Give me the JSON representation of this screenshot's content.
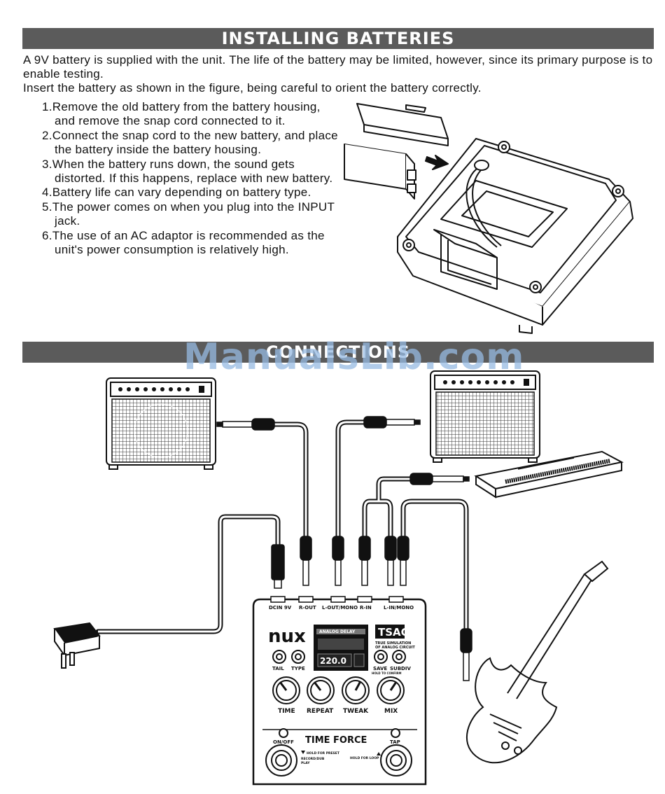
{
  "sections": {
    "batteries_title": "INSTALLING BATTERIES",
    "connections_title": "CONNECTIONS"
  },
  "intro": {
    "line1": "A 9V battery is supplied with the unit. The life of the battery may be limited, however, since its primary purpose is to enable testing.",
    "line2": "Insert the battery as shown in the figure, being careful to orient the battery correctly."
  },
  "steps": [
    "1.Remove the old battery from the battery housing, and remove the snap cord connected to it.",
    "2.Connect the snap cord to the new battery, and place the battery inside the battery housing.",
    "3.When the battery runs down, the sound gets distorted. If this happens, replace with new battery.",
    "4.Battery life can vary depending on battery type.",
    "5.The power comes on when you plug into the INPUT jack.",
    "6.The use of an AC adaptor is recommended as the unit's power consumption is relatively high."
  ],
  "watermark": "ManualsLib.com",
  "pedal": {
    "jacks": [
      "DCIN 9V",
      "R-OUT",
      "L-OUT/MONO",
      "R-IN",
      "L-IN/MONO"
    ],
    "brand": "nux",
    "badge": "TSAC",
    "badge_caption_1": "TRUE SIMULATION",
    "badge_caption_2": "OF ANALOG CIRCUIT",
    "display_header": "ANALOG DELAY",
    "display_value": "220.0",
    "small_knobs": [
      "TAIL",
      "TYPE",
      "SAVE",
      "SUBDIV"
    ],
    "save_caption": "HOLD TO CONFIRM",
    "big_knobs": [
      "TIME",
      "REPEAT",
      "TWEAK",
      "MIX"
    ],
    "name": "TIME FORCE",
    "onoff_label": "ON/OFF",
    "tap_label": "TAP",
    "left_switch_caption_1": "HOLD FOR PRESET",
    "left_switch_caption_2": "RECORD/DUB",
    "left_switch_caption_3": "PLAY",
    "right_switch_caption": "HOLD FOR LOOP"
  },
  "colors": {
    "section_bar": "#5b5b5b",
    "watermark": "#96b9e1",
    "line_art": "#111111"
  }
}
